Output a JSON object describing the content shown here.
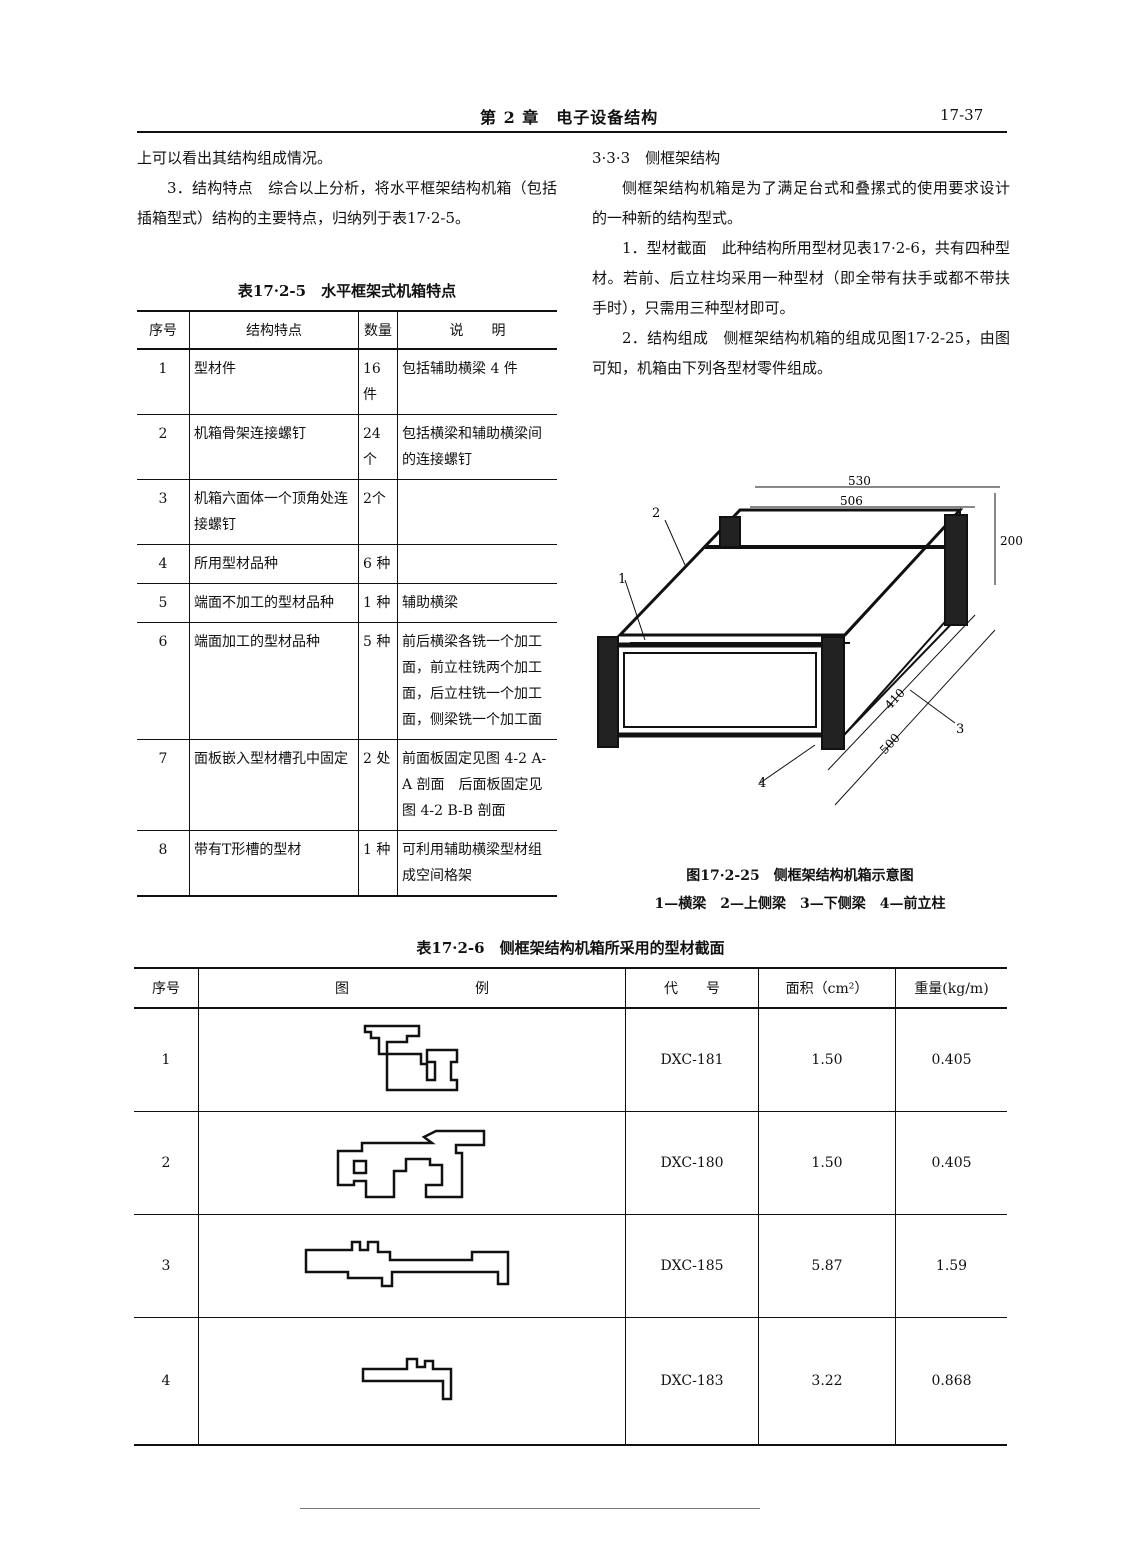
{
  "header": {
    "title": "第 2 章　电子设备结构",
    "page": "17-37"
  },
  "left_paras": [
    "上可以看出其结构组成情况。",
    "3．结构特点　综合以上分析，将水平框架结构机箱（包括插箱型式）结构的主要特点，归纳列于表17·2-5。"
  ],
  "right": {
    "section": "3·3·3　侧框架结构",
    "paras": [
      "侧框架结构机箱是为了满足台式和叠摞式的使用要求设计的一种新的结构型式。",
      "1．型材截面　此种结构所用型材见表17·2-6，共有四种型材。若前、后立柱均采用一种型材（即全带有扶手或都不带扶手时），只需用三种型材即可。",
      "2．结构组成　侧框架结构机箱的组成见图17·2-25，由图可知，机箱由下列各型材零件组成。"
    ]
  },
  "figure": {
    "dims": [
      "530",
      "506",
      "200",
      "410",
      "500"
    ],
    "labels": [
      "1",
      "2",
      "3",
      "4"
    ],
    "caption": "图17·2-25　侧框架结构机箱示意图",
    "legend": "1—横梁　2—上侧梁　3—下侧梁　4—前立柱"
  },
  "table5": {
    "caption": "表17·2-5　水平框架式机箱特点",
    "headers": [
      "序号",
      "结构特点",
      "数量",
      "说　　明"
    ],
    "rows": [
      [
        "1",
        "型材件",
        "16件",
        "包括辅助横梁 4 件"
      ],
      [
        "2",
        "机箱骨架连接螺钉",
        "24个",
        "包括横梁和辅助横梁间的连接螺钉"
      ],
      [
        "3",
        "机箱六面体一个顶角处连接螺钉",
        "2个",
        ""
      ],
      [
        "4",
        "所用型材品种",
        "6 种",
        ""
      ],
      [
        "5",
        "端面不加工的型材品种",
        "1 种",
        "辅助横梁"
      ],
      [
        "6",
        "端面加工的型材品种",
        "5 种",
        "前后横梁各铣一个加工面，前立柱铣两个加工面，后立柱铣一个加工面，侧梁铣一个加工面"
      ],
      [
        "7",
        "面板嵌入型材槽孔中固定",
        "2 处",
        "前面板固定见图 4-2 A-A 剖面　后面板固定见图 4-2 B-B 剖面"
      ],
      [
        "8",
        "带有T形槽的型材",
        "1 种",
        "可利用辅助横梁型材组成空间格架"
      ]
    ]
  },
  "table6": {
    "caption": "表17·2-6　侧框架结构机箱所采用的型材截面",
    "headers": [
      "序号",
      "图　　　　　　　　　例",
      "代　　号",
      "面积（cm²）",
      "重量(kg/m)"
    ],
    "rows": [
      [
        "1",
        "DXC-181",
        "1.50",
        "0.405"
      ],
      [
        "2",
        "DXC-180",
        "1.50",
        "0.405"
      ],
      [
        "3",
        "DXC-185",
        "5.87",
        "1.59"
      ],
      [
        "4",
        "DXC-183",
        "3.22",
        "0.868"
      ]
    ]
  }
}
